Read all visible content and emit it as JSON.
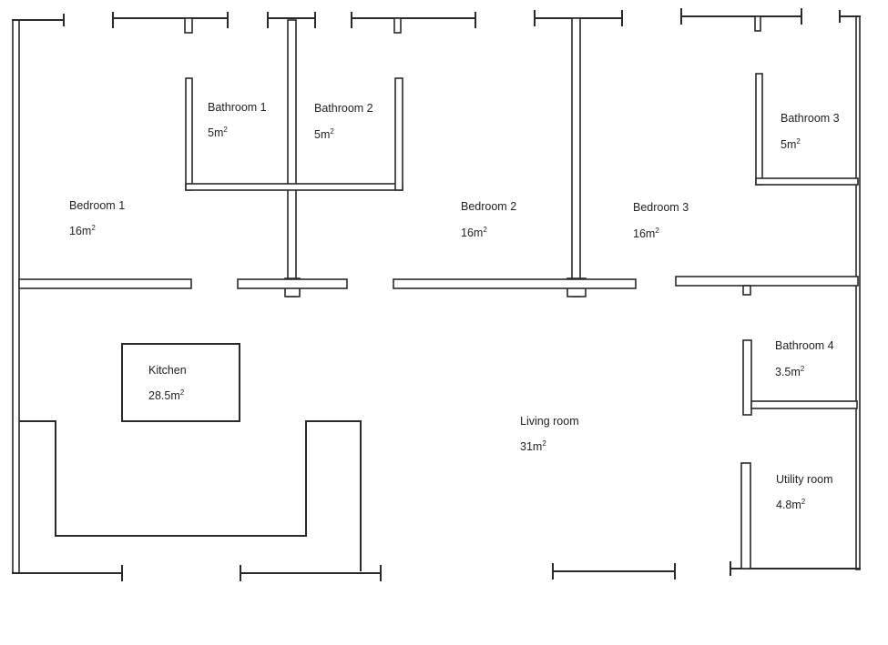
{
  "rooms": {
    "bedroom1": {
      "name": "Bedroom 1",
      "area": "16m",
      "unit": "2"
    },
    "bathroom1": {
      "name": "Bathroom 1",
      "area": "5m",
      "unit": "2"
    },
    "bathroom2": {
      "name": "Bathroom 2",
      "area": "5m",
      "unit": "2"
    },
    "bedroom2": {
      "name": "Bedroom 2",
      "area": "16m",
      "unit": "2"
    },
    "bedroom3": {
      "name": "Bedroom 3",
      "area": "16m",
      "unit": "2"
    },
    "bathroom3": {
      "name": "Bathroom 3",
      "area": "5m",
      "unit": "2"
    },
    "kitchen": {
      "name": "Kitchen",
      "area": "28.5m",
      "unit": "2"
    },
    "living": {
      "name": "Living room",
      "area": "31m",
      "unit": "2"
    },
    "bathroom4": {
      "name": "Bathroom 4",
      "area": "3.5m",
      "unit": "2"
    },
    "utility": {
      "name": "Utility room",
      "area": "4.8m",
      "unit": "2"
    }
  }
}
